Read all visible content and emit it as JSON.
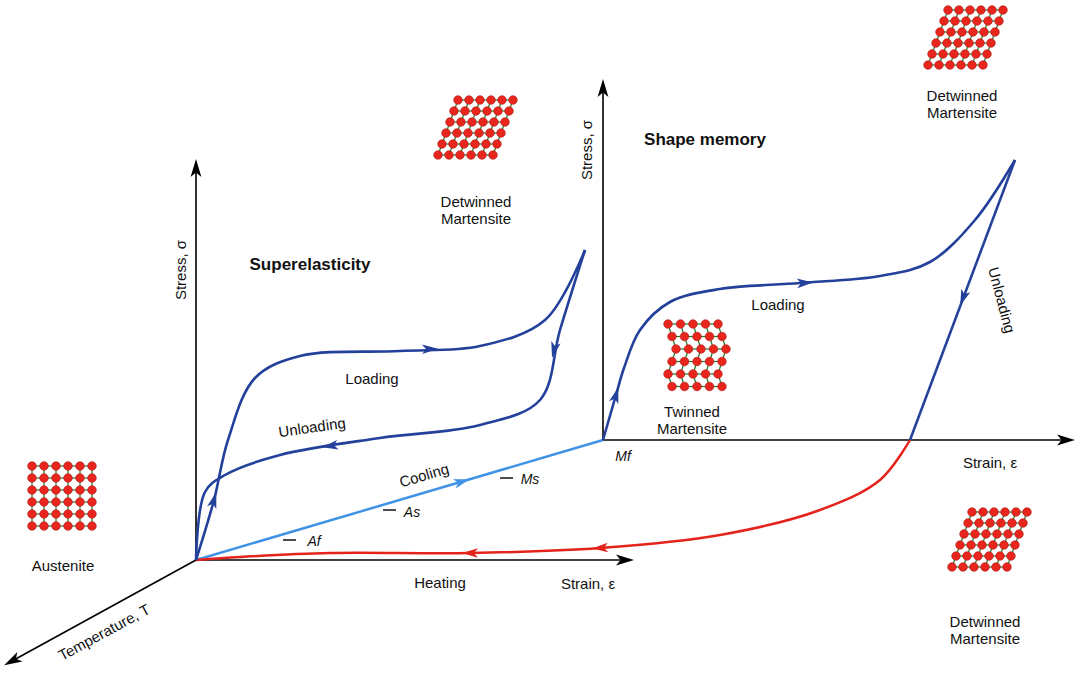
{
  "diagram": {
    "labels": [
      "Stress, σ",
      "Strain, ε",
      "Temperature, T",
      "Stress, σ",
      "Strain, ε",
      "Superelasticity",
      "Shape memory",
      "Detwinned Martensite",
      "Detwinned Martensite",
      "Twinned Martensite",
      "Detwinned Martensite",
      "Austenite",
      "Loading",
      "Unloading",
      "Cooling",
      "Heating",
      "Loading",
      "Unloading",
      "Mf",
      "Ms",
      "As",
      "Af"
    ]
  }
}
